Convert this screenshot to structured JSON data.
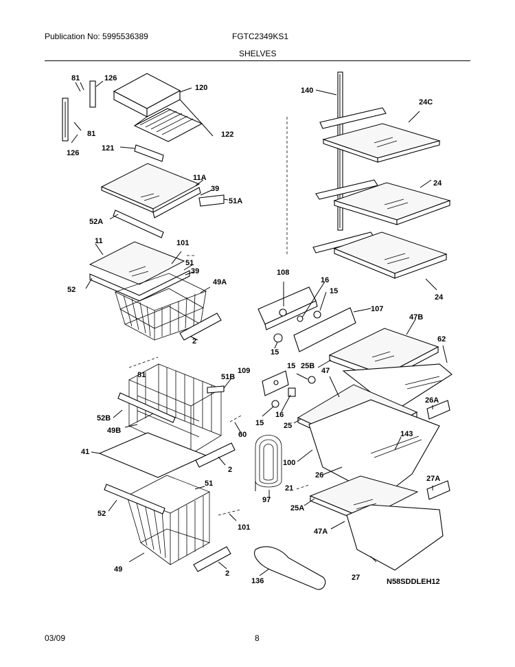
{
  "header": {
    "publication": "Publication No: 5995536389",
    "model": "FGTC2349KS1",
    "section": "SHELVES"
  },
  "footer": {
    "date": "03/09",
    "page": "8"
  },
  "diagram": {
    "code": "N58SDDLEH12",
    "callouts": [
      "81",
      "126",
      "120",
      "81",
      "126",
      "122",
      "121",
      "11A",
      "39",
      "51A",
      "52A",
      "11",
      "101",
      "51",
      "39",
      "52",
      "49A",
      "2",
      "140",
      "24C",
      "24",
      "24",
      "108",
      "16",
      "15",
      "107",
      "15",
      "47B",
      "62",
      "25B",
      "109",
      "15",
      "81",
      "51B",
      "47",
      "52B",
      "49B",
      "60",
      "15",
      "16",
      "26A",
      "25",
      "143",
      "41",
      "2",
      "100",
      "26",
      "27A",
      "97",
      "51",
      "21",
      "52",
      "25A",
      "101",
      "47A",
      "49",
      "2",
      "136",
      "27"
    ]
  }
}
